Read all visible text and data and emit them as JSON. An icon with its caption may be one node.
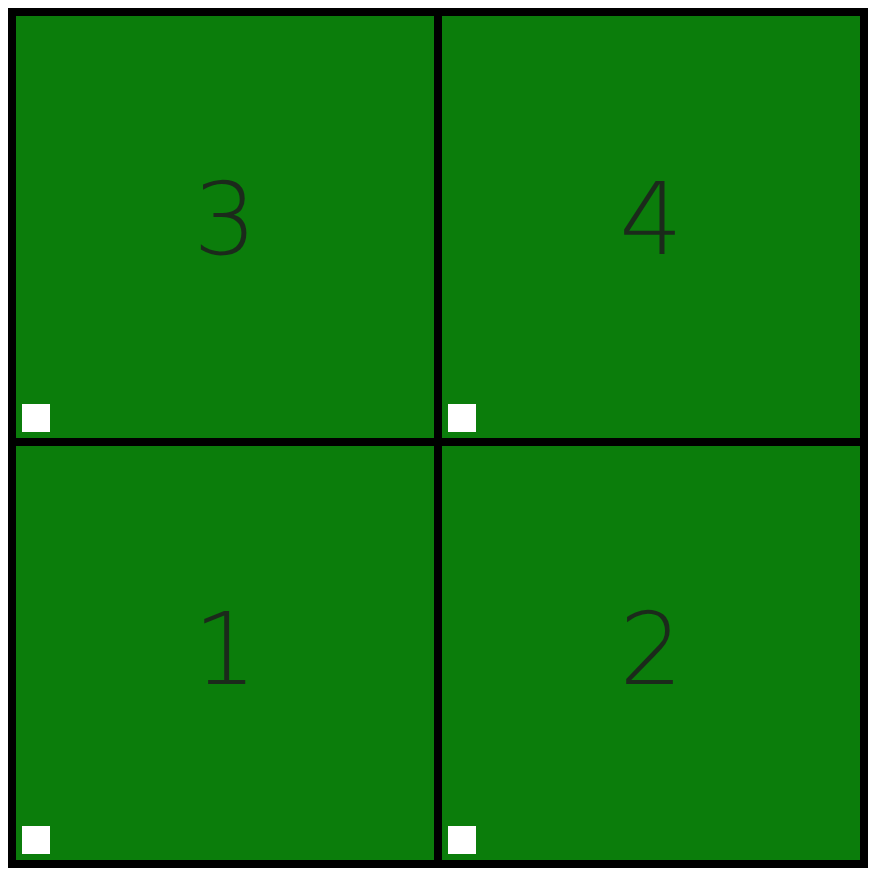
{
  "diagram": {
    "nodes": [
      {
        "text": [
          "3"
        ]
      },
      {
        "text": [
          "4"
        ]
      },
      {
        "text": [
          "1"
        ]
      },
      {
        "text": [
          "2"
        ]
      }
    ]
  }
}
